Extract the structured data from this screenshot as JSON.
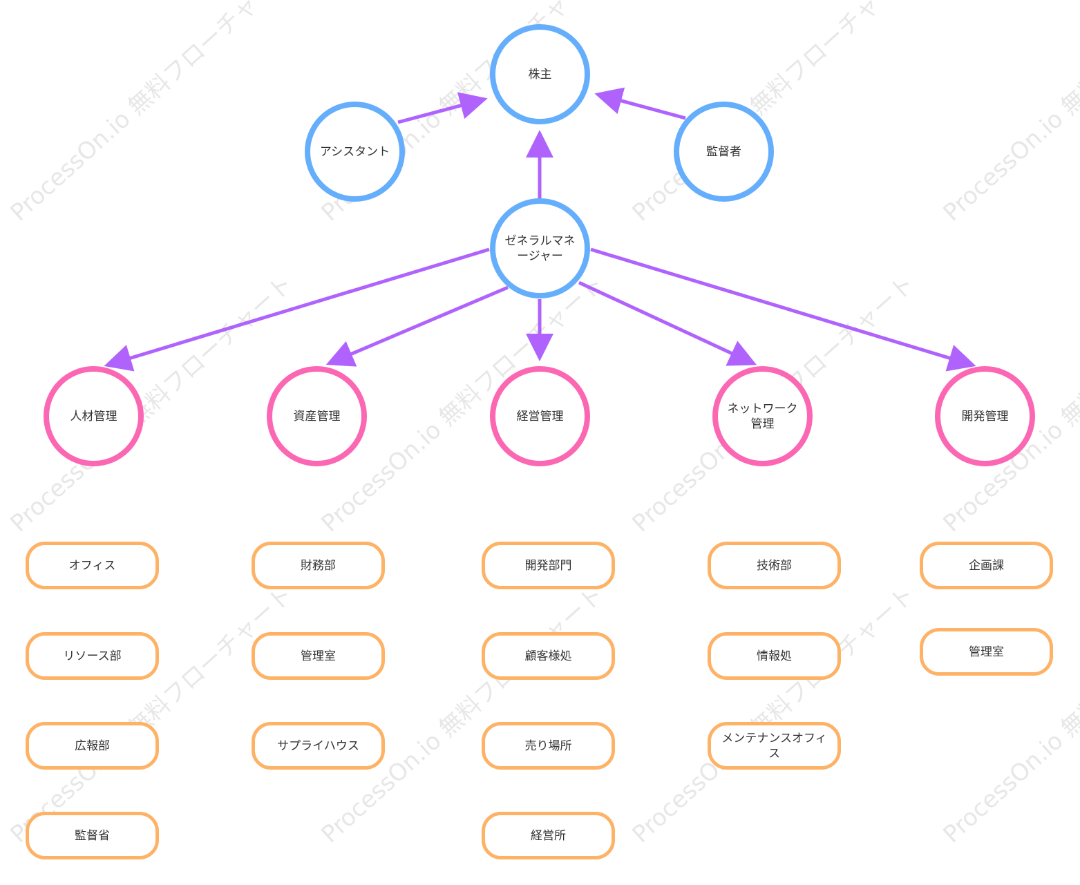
{
  "watermark_text": "ProcessOn.io 無料フローチャート",
  "colors": {
    "top_circle": "#65aefc",
    "dept_circle": "#fb67b2",
    "unit_box": "#fdb266",
    "arrow": "#b063fc"
  },
  "top": {
    "shareholder": "株主",
    "assistant": "アシスタント",
    "auditor": "監督者",
    "gm": "ゼネラルマネージャー"
  },
  "departments": [
    {
      "label": "人材管理",
      "units": [
        "オフィス",
        "リソース部",
        "広報部",
        "監督省"
      ]
    },
    {
      "label": "資産管理",
      "units": [
        "財務部",
        "管理室",
        "サプライハウス"
      ]
    },
    {
      "label": "経営管理",
      "units": [
        "開発部門",
        "顧客様処",
        "売り場所",
        "経営所"
      ]
    },
    {
      "label": "ネットワーク管理",
      "units": [
        "技術部",
        "情報処",
        "メンテナンスオフィス"
      ]
    },
    {
      "label": "開発管理",
      "units": [
        "企画課",
        "管理室"
      ]
    }
  ]
}
